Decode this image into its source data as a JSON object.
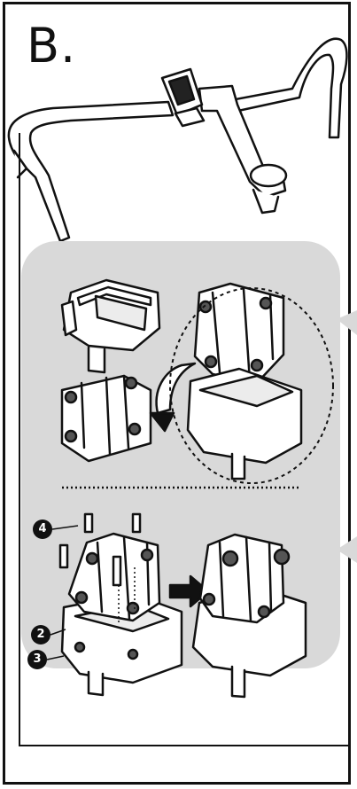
{
  "step": {
    "label": "B."
  },
  "callouts": [
    "4",
    "2",
    "3"
  ],
  "colors": {
    "panel": "#d9d9d9",
    "ink": "#111111",
    "paper": "#ffffff"
  }
}
